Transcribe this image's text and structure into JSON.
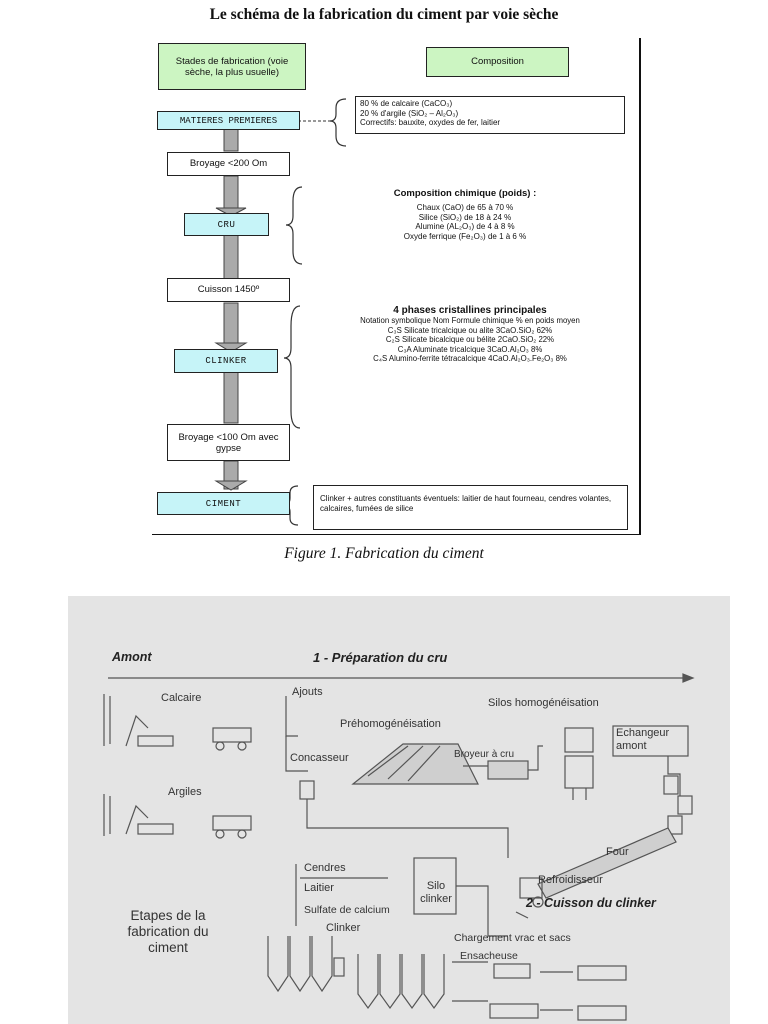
{
  "title": "Le schéma de la fabrication du ciment par voie sèche",
  "figure1": {
    "header_left": "Stades de fabrication (voie sèche, la plus usuelle)",
    "header_right": "Composition",
    "stages": {
      "matieres": "MATIERES PREMIERES",
      "broyage1": "Broyage <200 Om",
      "cru": "CRU",
      "cuisson": "Cuisson 1450º",
      "clinker": "CLINKER",
      "broyage2": "Broyage <100 Om avec gypse",
      "ciment": "CIMENT"
    },
    "matieres_comp": {
      "line1": "80 % de calcaire (CaCO₃)",
      "line2": "20 % d'argile (SiO₂ – Al₂O₃)",
      "line3": "Correctifs: bauxite, oxydes de fer, laitier"
    },
    "cru_comp": {
      "title": "Composition chimique (poids) :",
      "line1": "Chaux (CaO) de 65 à 70 %",
      "line2": "Silice (SiO₂) de 18 à 24 %",
      "line3": "Alumine (AL₂O₃) de 4 à 8 %",
      "line4": "Oxyde ferrique (Fe₂O₃) de 1 à 6 %"
    },
    "clinker_comp": {
      "title": "4 phases cristallines principales",
      "line0": "Notation symbolique Nom Formule chimique % en poids moyen",
      "line1": "C₃S Silicate tricalcique ou alite 3CaO.SiO₂ 62%",
      "line2": "C₂S Silicate bicalcique ou bélite 2CaO.SiO₂ 22%",
      "line3": "C₃A Aluminate tricalcique 3CaO.Al₂O₃ 8%",
      "line4": "C₄S Alumino-ferrite tétracalcique 4CaO.Al₂O₃.Fe₂O₃ 8%"
    },
    "ciment_comp": "Clinker + autres constituants éventuels: laitier de haut fourneau, cendres volantes, calcaires, fumées de silice"
  },
  "caption": "Figure 1. Fabrication du ciment",
  "figure2": {
    "amont": "Amont",
    "section1": "1 - Préparation du cru",
    "calcaire": "Calcaire",
    "argiles": "Argiles",
    "ajouts": "Ajouts",
    "prehomo": "Préhomogénéisation",
    "silos_homo": "Silos homogénéisation",
    "concasseur": "Concasseur",
    "broyeur": "Broyeur à cru",
    "echangeur": "Echangeur amont",
    "four": "Four",
    "refroidisseur": "Refroidisseur",
    "section2": "2 - Cuisson du clinker",
    "cendres": "Cendres",
    "laitier": "Laitier",
    "sulfate": "Sulfate de calcium",
    "clinker": "Clinker",
    "silo_clinker": "Silo clinker",
    "etapes": "Etapes de la fabrication du ciment",
    "chargement": "Chargement vrac et sacs",
    "ensacheuse": "Ensacheuse"
  }
}
